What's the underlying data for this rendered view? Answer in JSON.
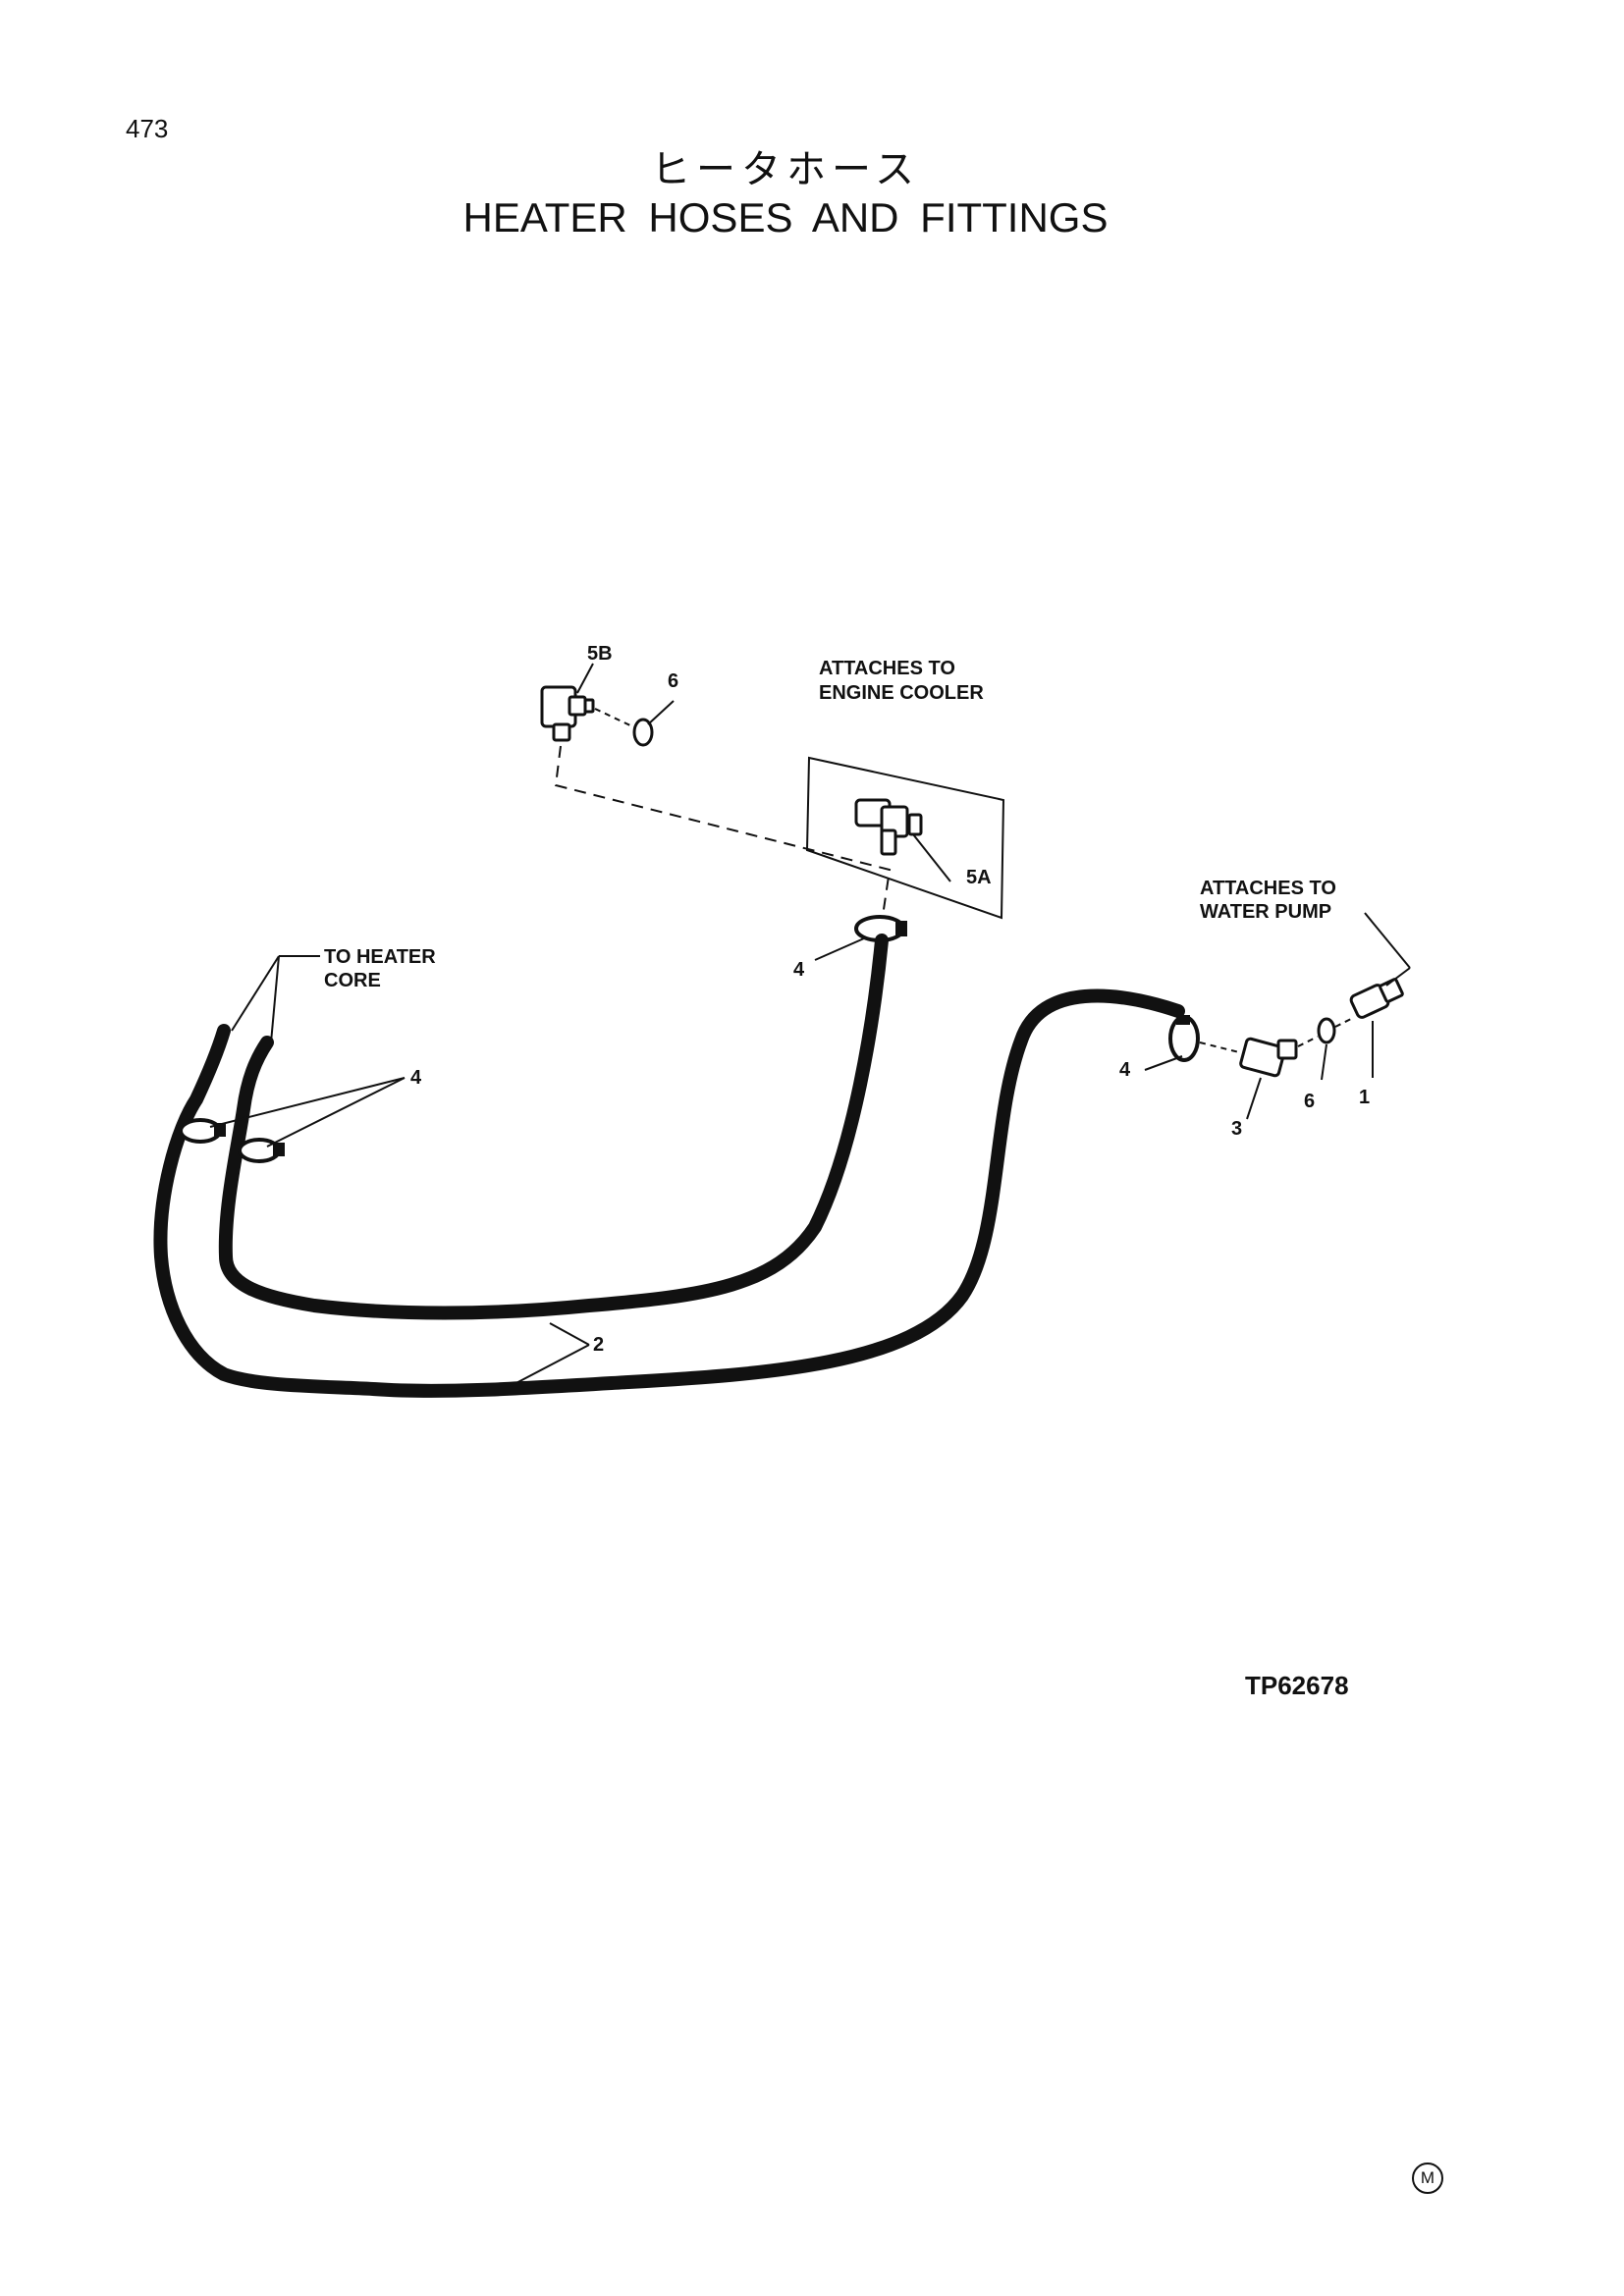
{
  "page_number": "473",
  "title_jp": "ヒータホース",
  "title_en": "HEATER HOSES AND FITTINGS",
  "figure_code": "TP62678",
  "corner_mark": "M",
  "callouts": {
    "c5b": "5B",
    "c6_top": "6",
    "engine_cooler_1": "ATTACHES TO",
    "engine_cooler_2": "ENGINE COOLER",
    "c5a": "5A",
    "water_pump_1": "ATTACHES TO",
    "water_pump_2": "WATER PUMP",
    "heater_core_1": "TO HEATER",
    "heater_core_2": "CORE",
    "c4_left": "4",
    "c4_center": "4",
    "c4_right": "4",
    "c2": "2",
    "c3": "3",
    "c6_right": "6",
    "c1": "1"
  }
}
